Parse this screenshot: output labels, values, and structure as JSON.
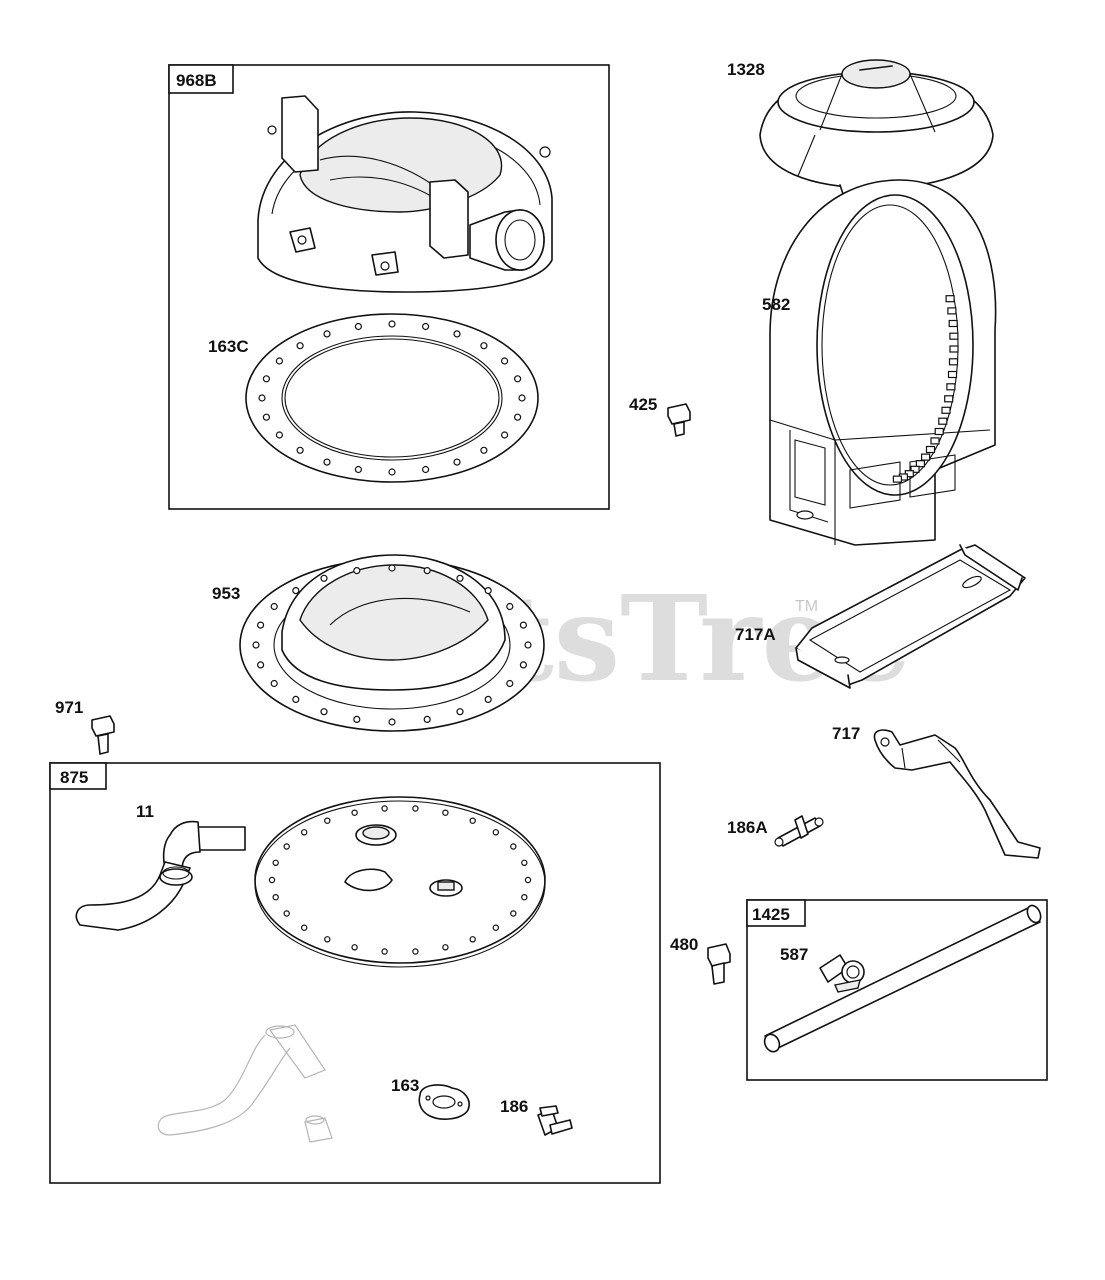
{
  "watermark": {
    "text": "PartsTree",
    "trademark": "TM"
  },
  "assemblies": {
    "housing_kit": {
      "number": "968B"
    },
    "cover_kit": {
      "number": "875"
    },
    "pipe_kit": {
      "number": "1425"
    }
  },
  "parts": {
    "air_cleaner_cover": "1328",
    "gasket_ring": "163C",
    "screw_425": "425",
    "support_ring": "582",
    "base_gasket": "953",
    "bracket_717a": "717A",
    "screw_971": "971",
    "elbow_hose": "11",
    "bracket_717": "717",
    "fitting_186a": "186A",
    "screw_480": "480",
    "clip_587": "587",
    "gasket_163": "163",
    "fitting_186": "186"
  }
}
